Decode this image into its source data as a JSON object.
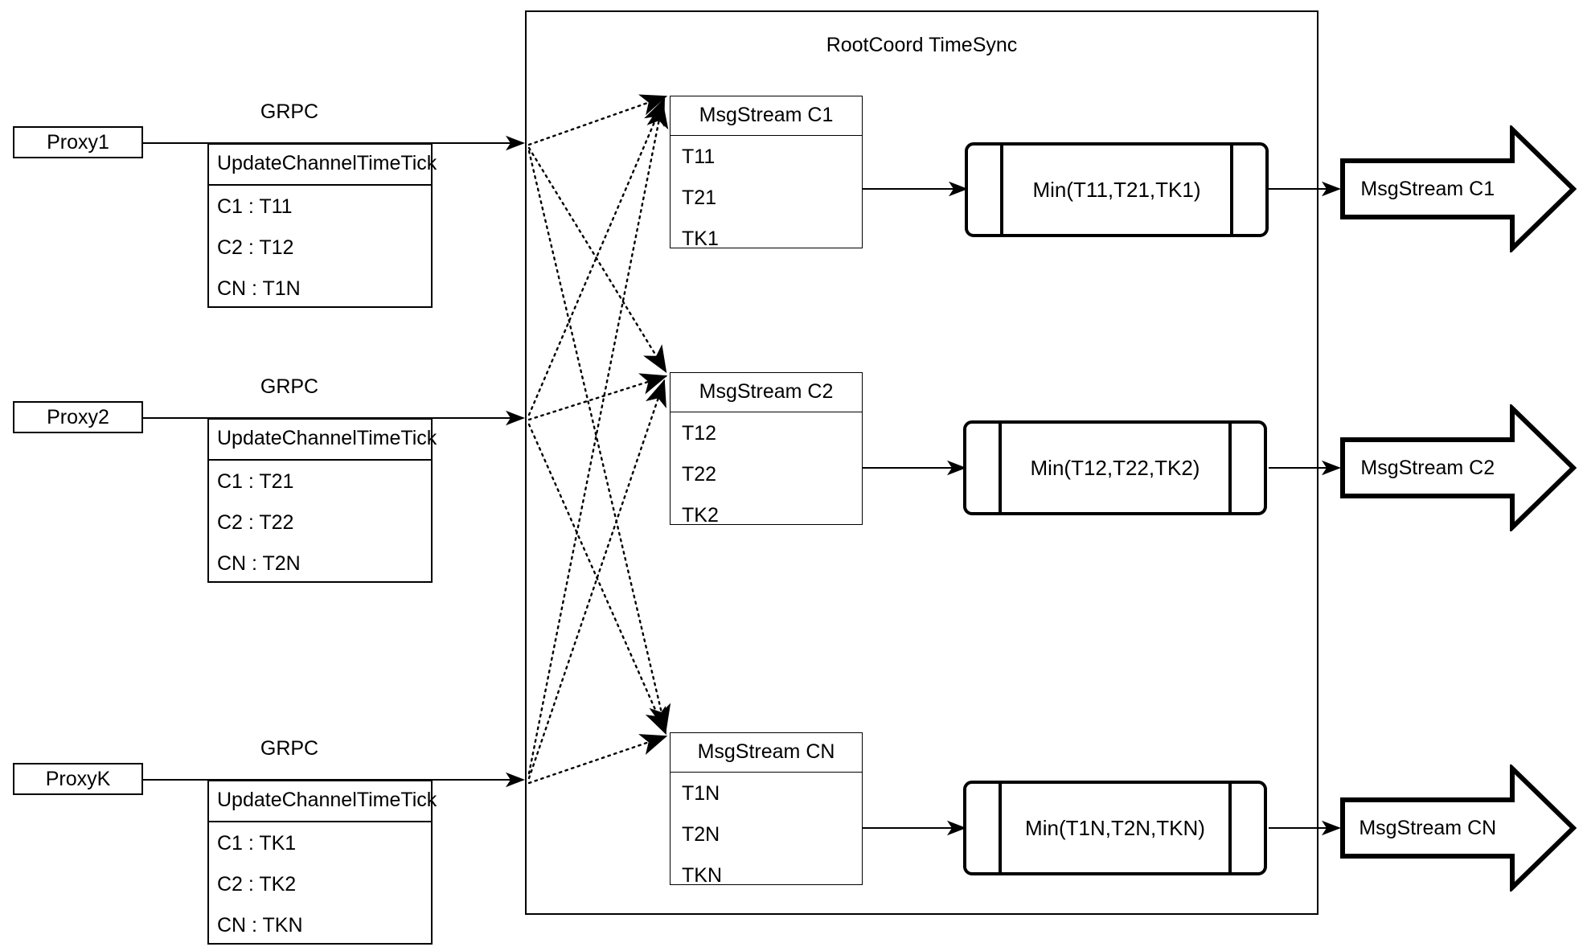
{
  "diagram": {
    "title": "RootCoord TimeSync",
    "container_label": "RootCoord TimeSync"
  },
  "proxies": [
    {
      "name": "Proxy1",
      "link_label": "GRPC",
      "request": {
        "title": "UpdateChannelTimeTick",
        "rows": [
          "C1 :  T11",
          "C2 :  T12",
          "CN : T1N"
        ]
      }
    },
    {
      "name": "Proxy2",
      "link_label": "GRPC",
      "request": {
        "title": "UpdateChannelTimeTick",
        "rows": [
          "C1 :  T21",
          "C2 :  T22",
          "CN : T2N"
        ]
      }
    },
    {
      "name": "ProxyK",
      "link_label": "GRPC",
      "request": {
        "title": "UpdateChannelTimeTick",
        "rows": [
          "C1 :  TK1",
          "C2 :  TK2",
          "CN : TKN"
        ]
      }
    }
  ],
  "channels": [
    {
      "stream": {
        "title": "MsgStream C1",
        "rows": [
          "T11",
          "T21",
          "TK1"
        ]
      },
      "process": {
        "label": "Min(T11,T21,TK1)"
      },
      "output": {
        "label": "MsgStream C1"
      }
    },
    {
      "stream": {
        "title": "MsgStream C2",
        "rows": [
          "T12",
          "T22",
          "TK2"
        ]
      },
      "process": {
        "label": "Min(T12,T22,TK2)"
      },
      "output": {
        "label": "MsgStream C2"
      }
    },
    {
      "stream": {
        "title": "MsgStream CN",
        "rows": [
          "T1N",
          "T2N",
          "TKN"
        ]
      },
      "process": {
        "label": "Min(T1N,T2N,TKN)"
      },
      "output": {
        "label": "MsgStream CN"
      }
    }
  ],
  "colors": {
    "stroke": "#000000",
    "background": "#ffffff"
  }
}
